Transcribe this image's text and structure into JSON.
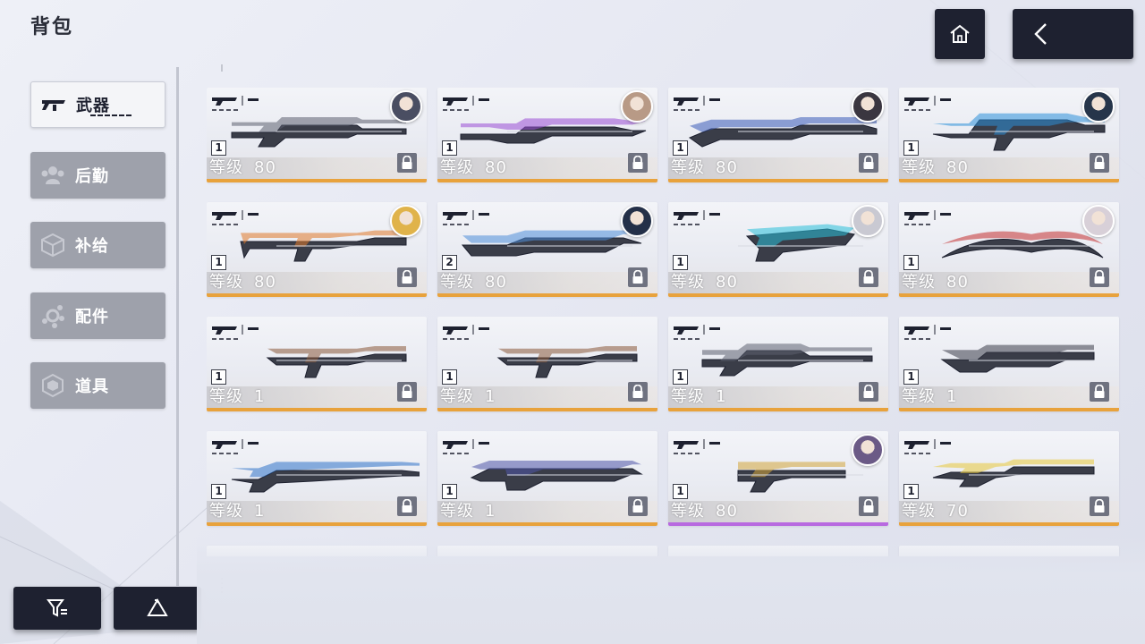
{
  "page": {
    "title": "背包"
  },
  "topbar": {
    "home_icon": "home-icon",
    "back_icon": "chevron-left-icon"
  },
  "sidebar": {
    "items": [
      {
        "label": "武器",
        "icon": "rifle-icon",
        "active": true
      },
      {
        "label": "后勤",
        "icon": "people-icon",
        "active": false
      },
      {
        "label": "补给",
        "icon": "box-icon",
        "active": false
      },
      {
        "label": "配件",
        "icon": "parts-icon",
        "active": false
      },
      {
        "label": "道具",
        "icon": "hex-box-icon",
        "active": false
      }
    ]
  },
  "bottom": {
    "filter_icon": "filter-icon",
    "recycle_icon": "recycle-icon"
  },
  "level_label": "等级",
  "colors": {
    "orange": "#e8a23c",
    "purple": "#b86ae0",
    "dark": "#1e2130"
  },
  "weapons": [
    {
      "rank": "1",
      "level": "80",
      "avatar": true,
      "avatar_color": "#4a4e62",
      "accent": "#5d6070",
      "locked": true,
      "rarity": "orange"
    },
    {
      "rank": "1",
      "level": "80",
      "avatar": true,
      "avatar_color": "#b89a86",
      "accent": "#9b4fd6",
      "locked": true,
      "rarity": "orange"
    },
    {
      "rank": "1",
      "level": "80",
      "avatar": true,
      "avatar_color": "#3a3640",
      "accent": "#3a5bb8",
      "locked": true,
      "rarity": "orange"
    },
    {
      "rank": "1",
      "level": "80",
      "avatar": true,
      "avatar_color": "#26354a",
      "accent": "#2b8fd8",
      "locked": true,
      "rarity": "orange"
    },
    {
      "rank": "1",
      "level": "80",
      "avatar": true,
      "avatar_color": "#e0b34a",
      "accent": "#e07a2c",
      "locked": true,
      "rarity": "orange"
    },
    {
      "rank": "2",
      "level": "80",
      "avatar": true,
      "avatar_color": "#243048",
      "accent": "#4f8ed8",
      "locked": true,
      "rarity": "orange"
    },
    {
      "rank": "1",
      "level": "80",
      "avatar": true,
      "avatar_color": "#c9c9d2",
      "accent": "#2ac0d8",
      "locked": true,
      "rarity": "orange"
    },
    {
      "rank": "1",
      "level": "80",
      "avatar": true,
      "avatar_color": "#d8d0d8",
      "accent": "#c43030",
      "locked": true,
      "rarity": "orange"
    },
    {
      "rank": "1",
      "level": "1",
      "avatar": false,
      "accent": "#8a5a3a",
      "locked": true,
      "rarity": "orange"
    },
    {
      "rank": "1",
      "level": "1",
      "avatar": false,
      "accent": "#8a5a3a",
      "locked": true,
      "rarity": "orange"
    },
    {
      "rank": "1",
      "level": "1",
      "avatar": false,
      "accent": "#5d6070",
      "locked": true,
      "rarity": "orange"
    },
    {
      "rank": "1",
      "level": "1",
      "avatar": false,
      "accent": "#3a3d48",
      "locked": true,
      "rarity": "orange"
    },
    {
      "rank": "1",
      "level": "1",
      "avatar": false,
      "accent": "#2f72c8",
      "locked": true,
      "rarity": "orange"
    },
    {
      "rank": "1",
      "level": "1",
      "avatar": false,
      "accent": "#4e56a8",
      "locked": true,
      "rarity": "orange"
    },
    {
      "rank": "1",
      "level": "80",
      "avatar": true,
      "avatar_color": "#6b5a86",
      "accent": "#d4a63a",
      "locked": true,
      "rarity": "purple"
    },
    {
      "rank": "1",
      "level": "70",
      "avatar": false,
      "accent": "#e8c93a",
      "locked": true,
      "rarity": "orange"
    }
  ]
}
